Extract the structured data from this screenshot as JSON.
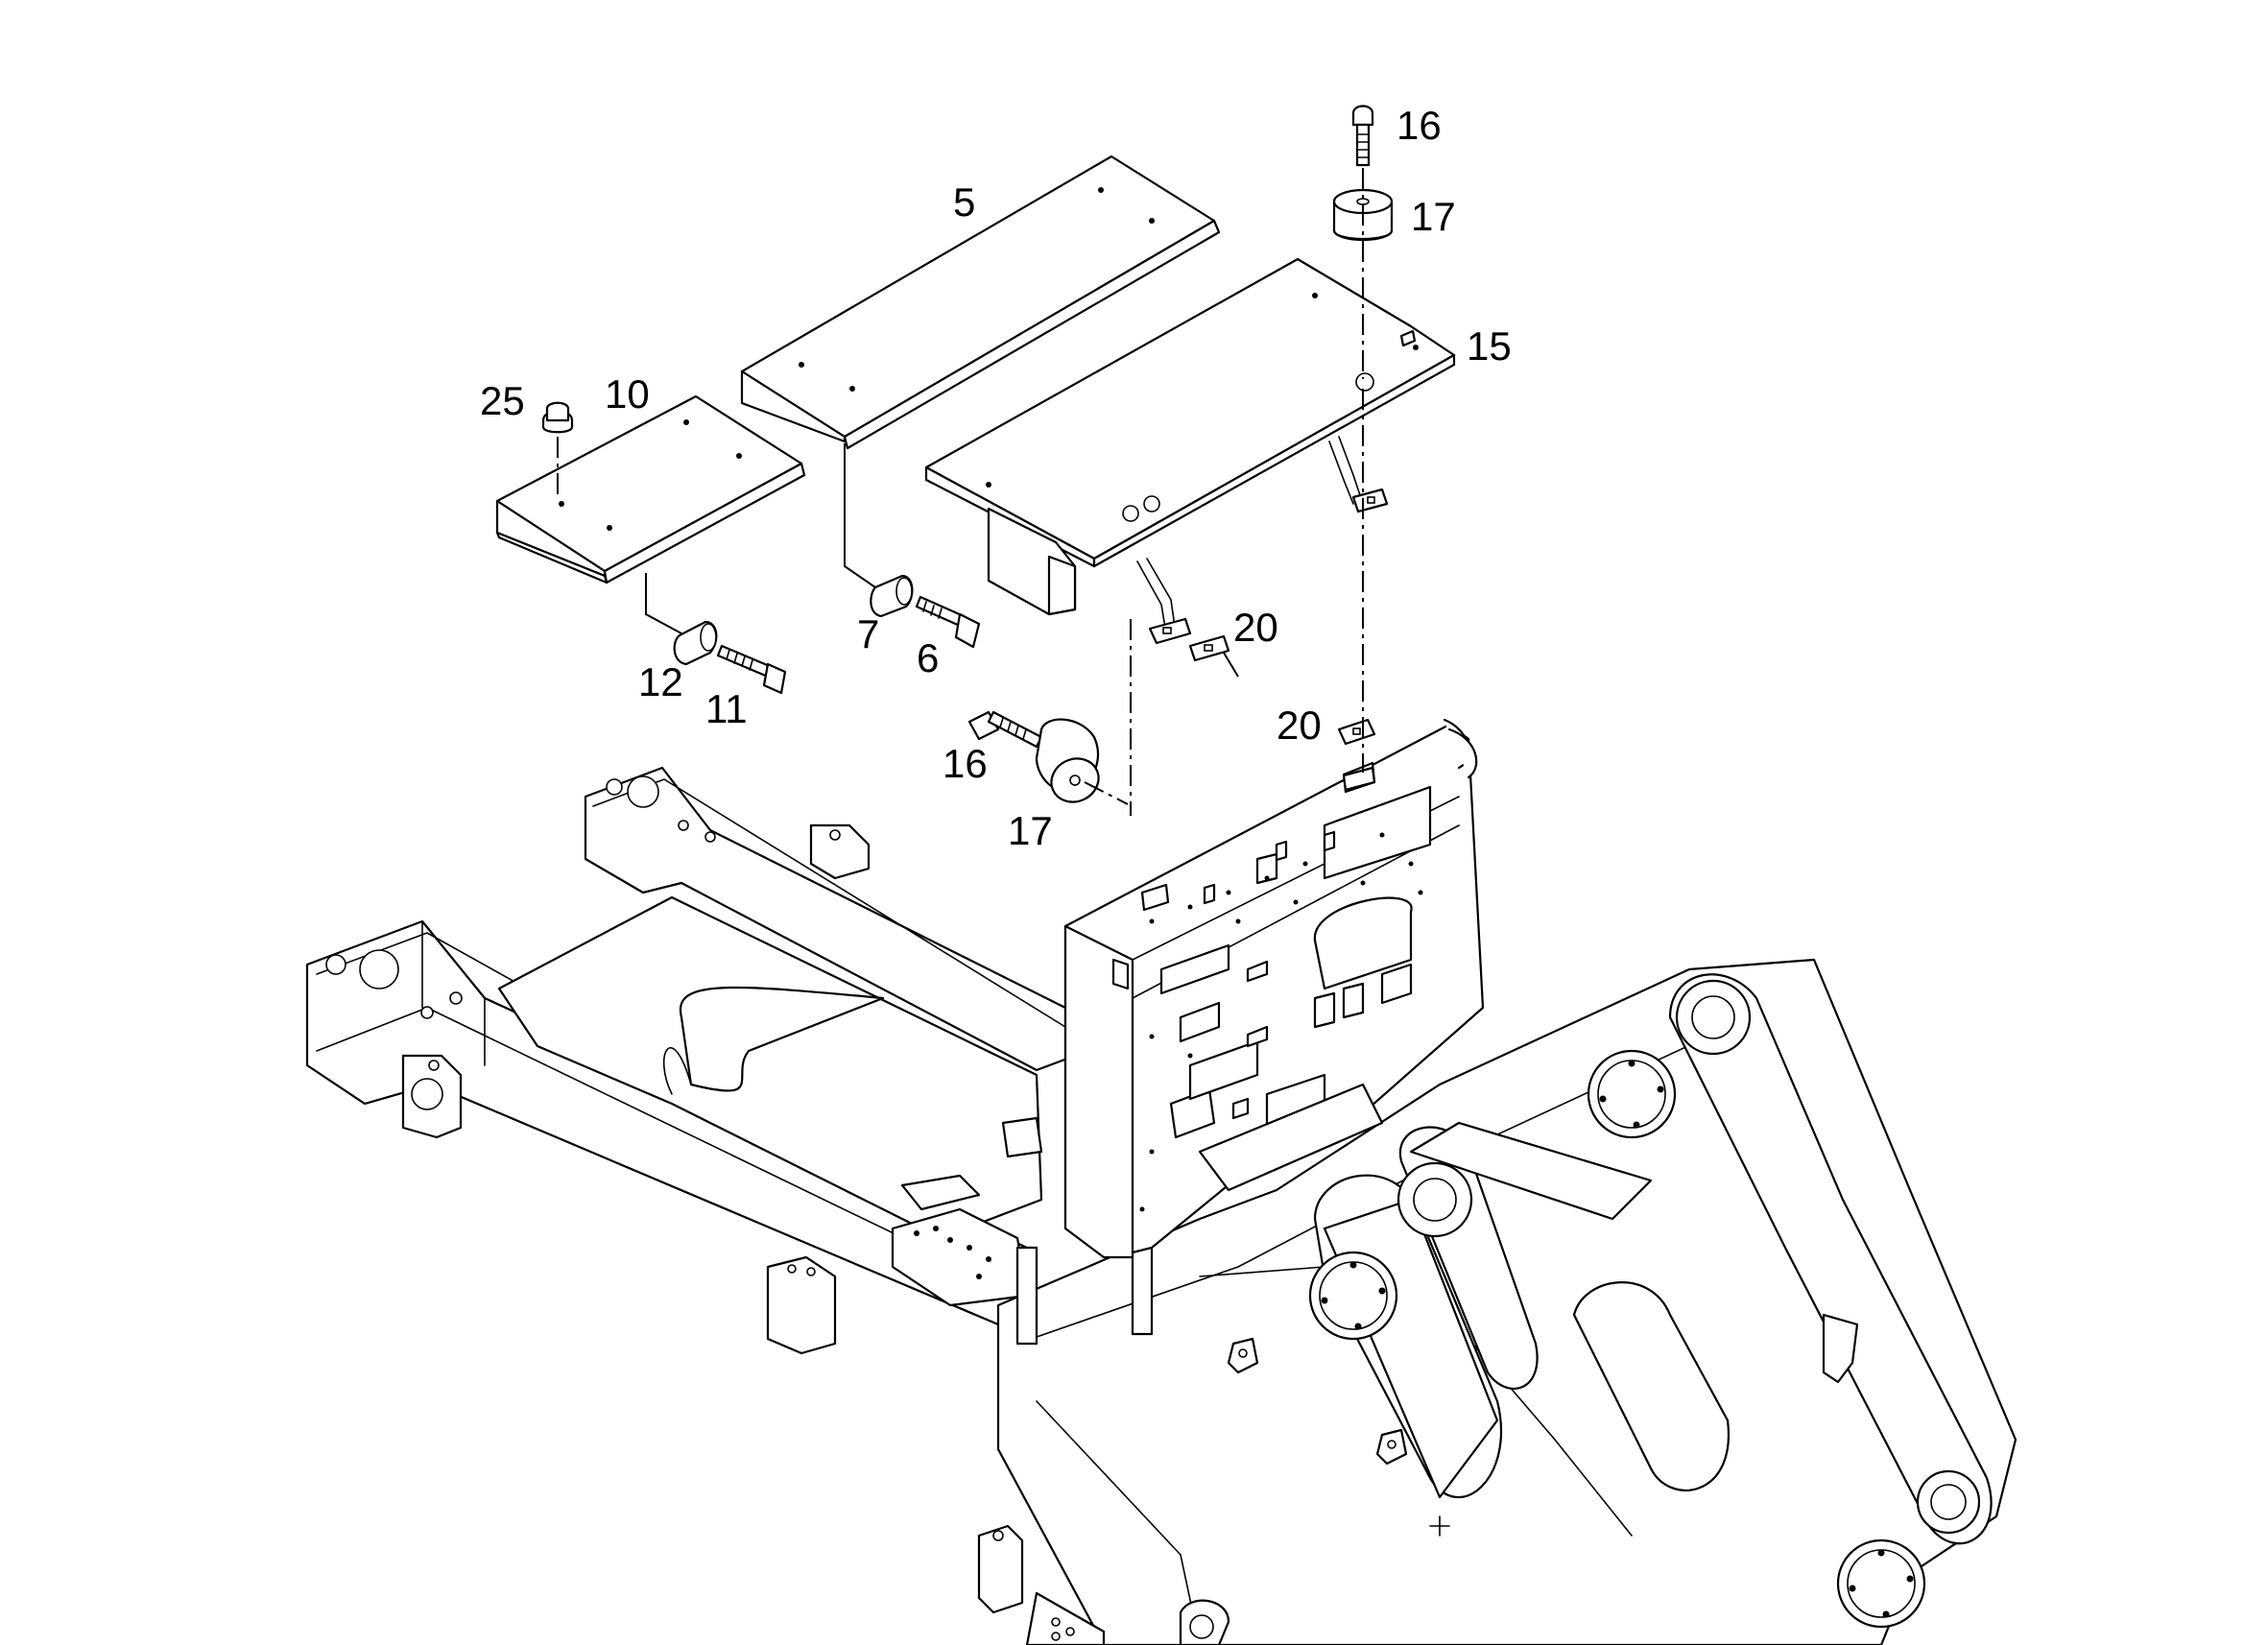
{
  "diagram": {
    "callouts": [
      {
        "id": "callout-5",
        "text": "5"
      },
      {
        "id": "callout-6",
        "text": "6"
      },
      {
        "id": "callout-7",
        "text": "7"
      },
      {
        "id": "callout-10",
        "text": "10"
      },
      {
        "id": "callout-11",
        "text": "11"
      },
      {
        "id": "callout-12",
        "text": "12"
      },
      {
        "id": "callout-15",
        "text": "15"
      },
      {
        "id": "callout-16-top",
        "text": "16"
      },
      {
        "id": "callout-17-top",
        "text": "17"
      },
      {
        "id": "callout-16-mid",
        "text": "16"
      },
      {
        "id": "callout-17-mid",
        "text": "17"
      },
      {
        "id": "callout-20-right",
        "text": "20"
      },
      {
        "id": "callout-20-lower",
        "text": "20"
      },
      {
        "id": "callout-25",
        "text": "25"
      }
    ],
    "colors": {
      "line": "#000000",
      "background": "#ffffff"
    }
  }
}
